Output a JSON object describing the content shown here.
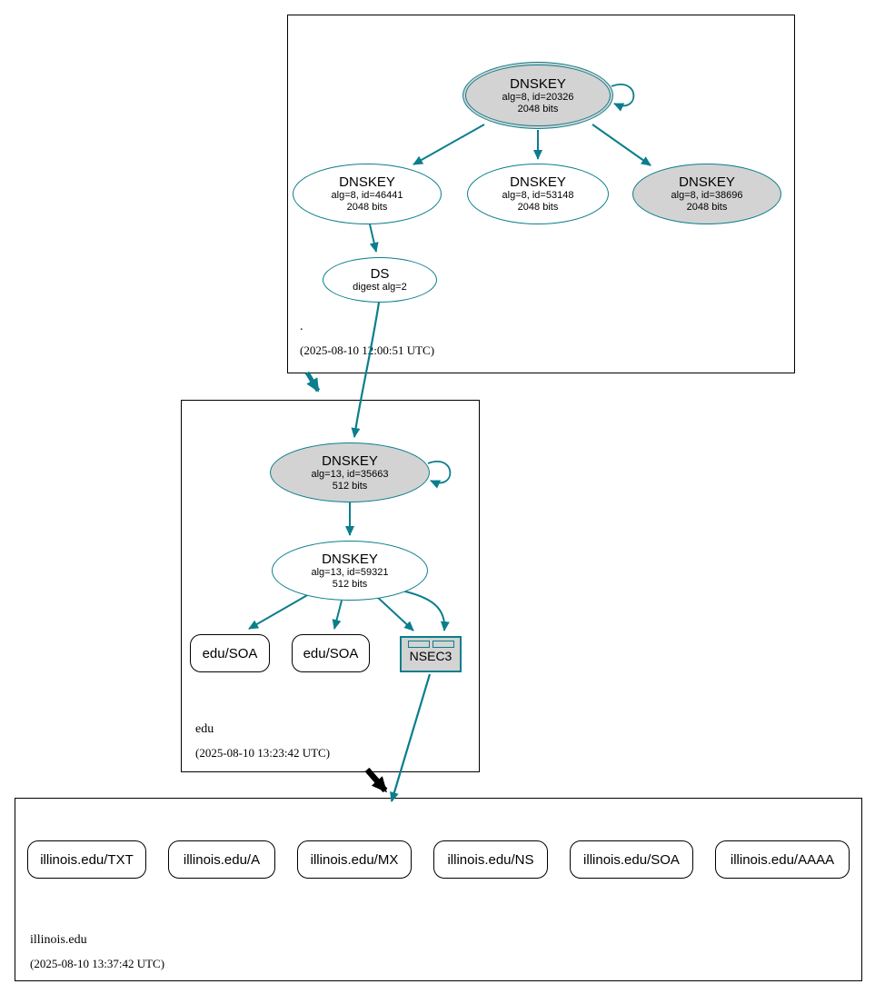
{
  "colors": {
    "secure_teal": "#0a7e8c",
    "ksk_fill": "#d3d3d3",
    "box_border": "#000000"
  },
  "zones": {
    "root": {
      "label": ".",
      "timestamp": "(2025-08-10 12:00:51 UTC)",
      "nodes": {
        "ksk": {
          "title": "DNSKEY",
          "line2": "alg=8, id=20326",
          "line3": "2048 bits"
        },
        "zsk1": {
          "title": "DNSKEY",
          "line2": "alg=8, id=46441",
          "line3": "2048 bits"
        },
        "zsk2": {
          "title": "DNSKEY",
          "line2": "alg=8, id=53148",
          "line3": "2048 bits"
        },
        "key3": {
          "title": "DNSKEY",
          "line2": "alg=8, id=38696",
          "line3": "2048 bits"
        },
        "ds": {
          "title": "DS",
          "line2": "digest alg=2"
        }
      }
    },
    "edu": {
      "label": "edu",
      "timestamp": "(2025-08-10 13:23:42 UTC)",
      "nodes": {
        "ksk": {
          "title": "DNSKEY",
          "line2": "alg=13, id=35663",
          "line3": "512 bits"
        },
        "zsk": {
          "title": "DNSKEY",
          "line2": "alg=13, id=59321",
          "line3": "512 bits"
        },
        "soa1": {
          "label": "edu/SOA"
        },
        "soa2": {
          "label": "edu/SOA"
        },
        "nsec3": {
          "label": "NSEC3"
        }
      }
    },
    "illinois": {
      "label": "illinois.edu",
      "timestamp": "(2025-08-10 13:37:42 UTC)",
      "rrsets": [
        "illinois.edu/TXT",
        "illinois.edu/A",
        "illinois.edu/MX",
        "illinois.edu/NS",
        "illinois.edu/SOA",
        "illinois.edu/AAAA"
      ]
    }
  }
}
